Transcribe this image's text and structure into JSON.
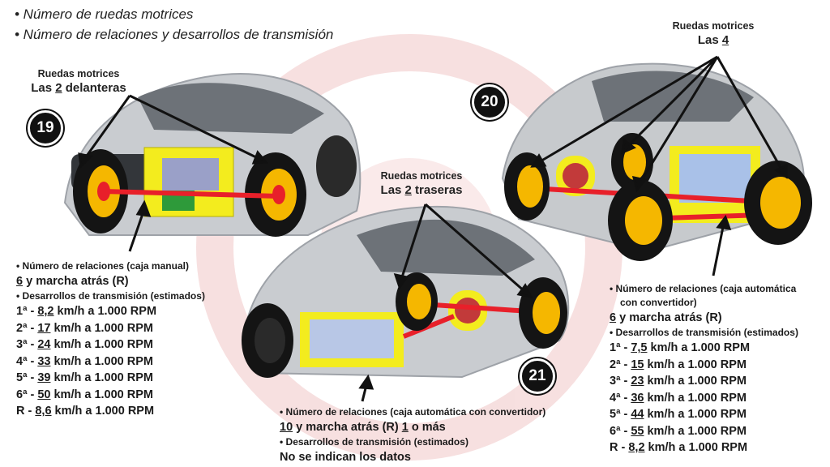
{
  "header": {
    "line1": "• Número de ruedas motrices",
    "line2": "• Número de relaciones y desarrollos de transmisión"
  },
  "car19": {
    "badge": "19",
    "drive_label": "Ruedas motrices",
    "drive_pre": "Las ",
    "drive_num": "2",
    "drive_post": " delanteras",
    "gears_title": "•  Número de relaciones (caja manual)",
    "gears_num": "6",
    "gears_rest": " y marcha atrás (R)",
    "dev_title": "•  Desarrollos de transmisión (estimados)",
    "ratios": [
      {
        "g": "1ª - ",
        "v": "8,2",
        "s": " km/h a 1.000 RPM"
      },
      {
        "g": "2ª - ",
        "v": "17",
        "s": " km/h a 1.000 RPM"
      },
      {
        "g": "3ª - ",
        "v": "24",
        "s": " km/h a 1.000 RPM"
      },
      {
        "g": "4ª - ",
        "v": "33",
        "s": " km/h a 1.000 RPM"
      },
      {
        "g": "5ª - ",
        "v": "39",
        "s": " km/h a 1.000 RPM"
      },
      {
        "g": "6ª - ",
        "v": "50",
        "s": " km/h a 1.000 RPM"
      },
      {
        "g": "R - ",
        "v": "8,6",
        "s": " km/h a 1.000 RPM"
      }
    ]
  },
  "car20": {
    "badge": "20",
    "drive_label": "Ruedas motrices",
    "drive_pre": "Las ",
    "drive_num": "4",
    "gears_title_1": "•  Número de relaciones (caja automática",
    "gears_title_2": "con convertidor)",
    "gears_num": "6",
    "gears_rest": " y marcha atrás (R)",
    "dev_title": "•  Desarrollos de transmisión (estimados)",
    "ratios": [
      {
        "g": "1ª - ",
        "v": "7,5",
        "s": " km/h a 1.000 RPM"
      },
      {
        "g": "2ª - ",
        "v": "15",
        "s": " km/h a 1.000 RPM"
      },
      {
        "g": "3ª - ",
        "v": "23",
        "s": " km/h a 1.000 RPM"
      },
      {
        "g": "4ª - ",
        "v": "36",
        "s": " km/h a 1.000 RPM"
      },
      {
        "g": "5ª - ",
        "v": "44",
        "s": " km/h a 1.000 RPM"
      },
      {
        "g": "6ª - ",
        "v": "55",
        "s": " km/h a 1.000 RPM"
      },
      {
        "g": "R - ",
        "v": "8,2",
        "s": " km/h a 1.000 RPM"
      }
    ]
  },
  "car21": {
    "badge": "21",
    "drive_label": "Ruedas motrices",
    "drive_pre": "Las ",
    "drive_num": "2",
    "drive_post": " traseras",
    "gears_title": "•  Número de relaciones (caja automática con convertidor)",
    "gears_num": "10",
    "gears_mid": " y marcha atrás (R) ",
    "gears_num2": "1",
    "gears_rest": " o más",
    "dev_title": "•  Desarrollos de transmisión (estimados)",
    "no_data": "No se indican los datos"
  },
  "colors": {
    "wheel_yellow": "#f5b700",
    "gearbox_yellow": "#f3ec1e",
    "axle_red": "#e8202a",
    "watermark": "#f0d0d0"
  }
}
